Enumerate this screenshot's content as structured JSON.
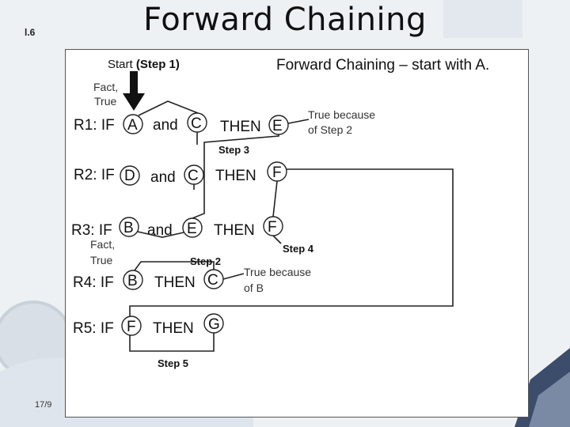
{
  "slide": {
    "title": "Forward Chaining",
    "number": "l.6",
    "footer_date": "17/9"
  },
  "diagram": {
    "heading": "Forward Chaining – start with A.",
    "start_label": "Start",
    "start_step": "(Step 1)",
    "fact_true_1a": "Fact,",
    "fact_true_1b": "True",
    "fact_true_2a": "Fact,",
    "fact_true_2b": "True",
    "true_because_1a": "True because",
    "true_because_1b": "of Step 2",
    "true_because_2a": "True because",
    "true_because_2b": "of B",
    "steps": {
      "step2": "Step 2",
      "step3": "Step 3",
      "step4": "Step 4",
      "step5": "Step 5"
    },
    "rules": [
      {
        "label": "R1: IF",
        "a": "A",
        "and": "and",
        "b": "C",
        "then": "THEN",
        "c": "E"
      },
      {
        "label": "R2: IF",
        "a": "D",
        "and": "and",
        "b": "C",
        "then": "THEN",
        "c": "F"
      },
      {
        "label": "R3: IF",
        "a": "B",
        "and": "and",
        "b": "E",
        "then": "THEN",
        "c": "F"
      },
      {
        "label": "R4: IF",
        "a": "B",
        "then": "THEN",
        "c": "C"
      },
      {
        "label": "R5: IF",
        "a": "F",
        "then": "THEN",
        "c": "G"
      }
    ]
  }
}
